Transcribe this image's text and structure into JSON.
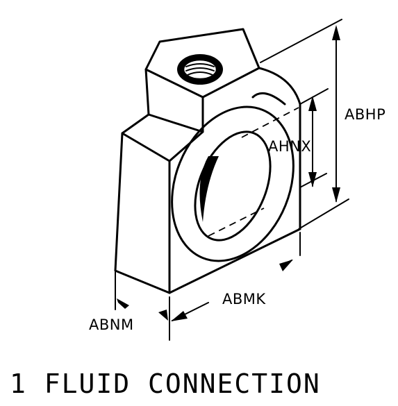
{
  "dimensions": {
    "abhp": "ABHP",
    "ahnx": "AHNX",
    "abmk": "ABMK",
    "abnm": "ABNM"
  },
  "caption": "1 FLUID CONNECTION"
}
